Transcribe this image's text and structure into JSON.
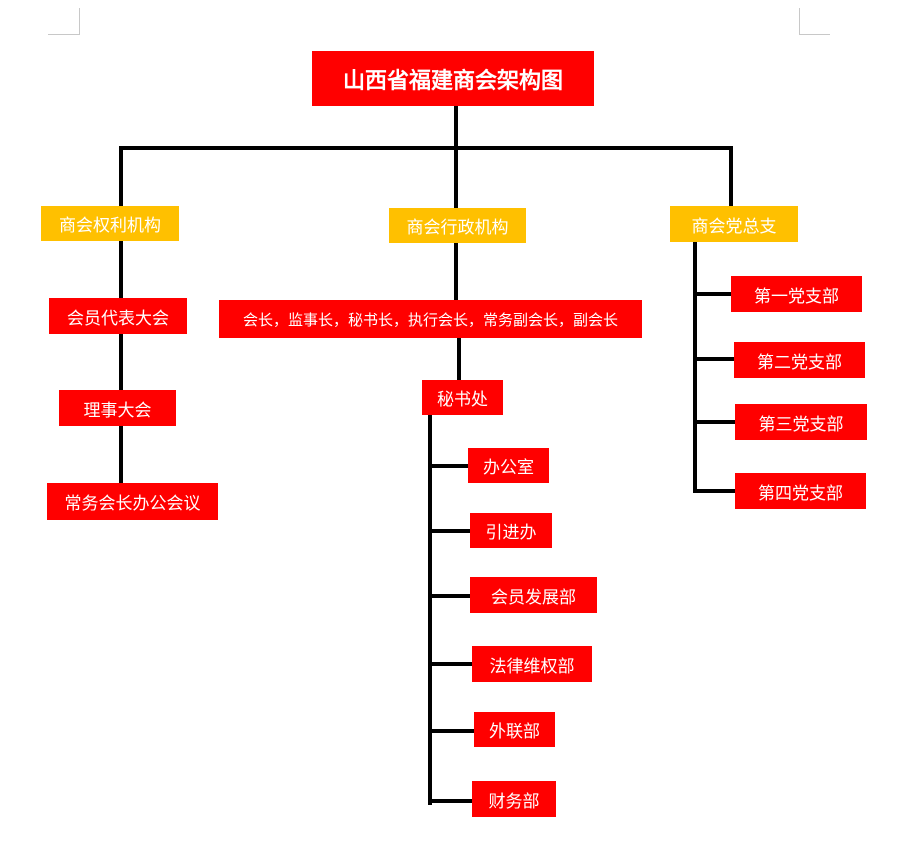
{
  "title": "山西省福建商会架构图",
  "colors": {
    "node_red": "#ff0000",
    "node_yellow": "#ffc000",
    "connector": "#000000",
    "text": "#ffffff"
  },
  "branches": {
    "rights": {
      "label": "商会权利机构",
      "items": [
        "会员代表大会",
        "理事大会",
        "常务会长办公会议"
      ]
    },
    "admin": {
      "label": "商会行政机构",
      "leaders": "会长，监事长，秘书长，执行会长，常务副会长，副会长",
      "secretariat": "秘书处",
      "departments": [
        "办公室",
        "引进办",
        "会员发展部",
        "法律维权部",
        "外联部",
        "财务部"
      ]
    },
    "party": {
      "label": "商会党总支",
      "branches": [
        "第一党支部",
        "第二党支部",
        "第三党支部",
        "第四党支部"
      ]
    }
  }
}
